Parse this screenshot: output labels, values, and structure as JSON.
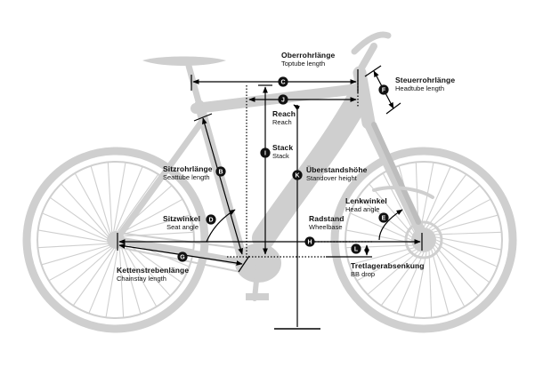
{
  "colors": {
    "bike": "#cfcfcf",
    "bike_dark": "#bdbdbd",
    "lines": "#000000",
    "marker": "#111111"
  },
  "labels": {
    "C": {
      "de": "Oberrohrlänge",
      "en": "Toptube length"
    },
    "F": {
      "de": "Steuerrohrlänge",
      "en": "Headtube length"
    },
    "J": {
      "de": "Reach",
      "en": "Reach"
    },
    "I": {
      "de": "Stack",
      "en": "Stack"
    },
    "K": {
      "de": "Überstandshöhe",
      "en": "Standover height"
    },
    "B": {
      "de": "Sitzrohrlänge",
      "en": "Seattube length"
    },
    "D": {
      "de": "Sitzwinkel",
      "en": "Seat angle"
    },
    "E": {
      "de": "Lenkwinkel",
      "en": "Head angle"
    },
    "H": {
      "de": "Radstand",
      "en": "Wheelbase"
    },
    "L": {
      "de": "Tretlagerabsenkung",
      "en": "BB drop"
    },
    "G": {
      "de": "Kettenstrebenlänge",
      "en": "Chainstay length"
    }
  },
  "markers": [
    "C",
    "F",
    "J",
    "I",
    "K",
    "B",
    "D",
    "E",
    "H",
    "L",
    "G"
  ]
}
